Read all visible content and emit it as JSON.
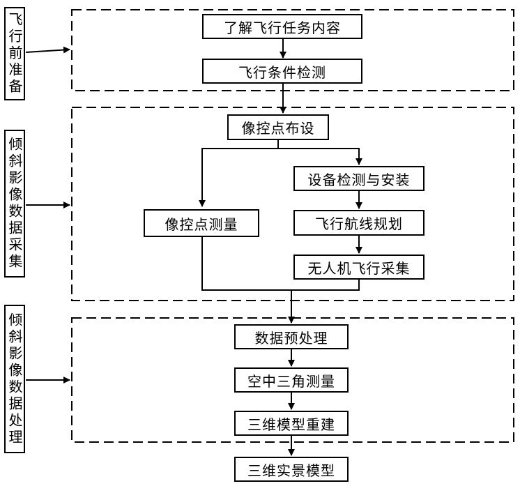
{
  "phases": [
    {
      "label": "飞行前准备"
    },
    {
      "label": "倾斜影像数据采集"
    },
    {
      "label": "倾斜影像数据处理"
    }
  ],
  "steps": {
    "understand_task": "了解飞行任务内容",
    "condition_check": "飞行条件检测",
    "gcp_layout": "像控点布设",
    "gcp_survey": "像控点测量",
    "equipment_check": "设备检测与安装",
    "route_planning": "飞行航线规划",
    "uav_capture": "无人机飞行采集",
    "preprocessing": "数据预处理",
    "aerial_triangulation": "空中三角测量",
    "model_reconstruction": "三维模型重建",
    "realistic_model": "三维实景模型"
  }
}
